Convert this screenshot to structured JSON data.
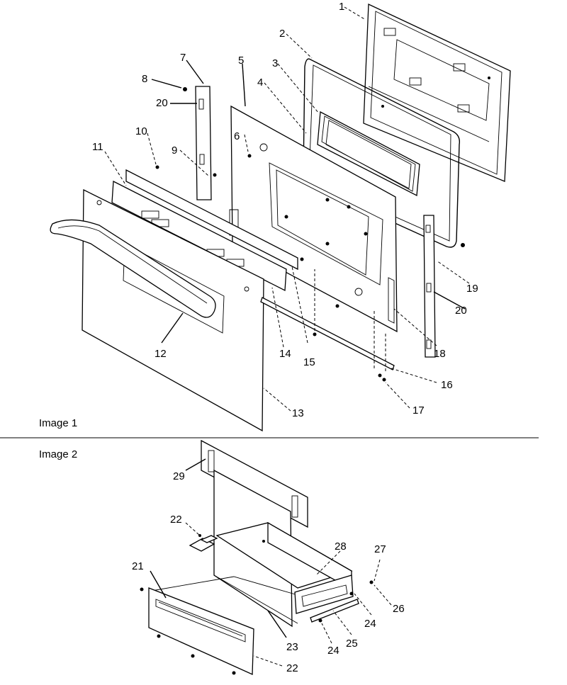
{
  "panels": [
    {
      "label": "Image 1"
    },
    {
      "label": "Image 2"
    }
  ],
  "callouts": [
    "1",
    "2",
    "3",
    "4",
    "5",
    "6",
    "7",
    "8",
    "9",
    "10",
    "11",
    "12",
    "13",
    "14",
    "15",
    "16",
    "17",
    "18",
    "19",
    "20",
    "20",
    "21",
    "22",
    "22",
    "23",
    "24",
    "24",
    "25",
    "26",
    "27",
    "28",
    "29"
  ]
}
